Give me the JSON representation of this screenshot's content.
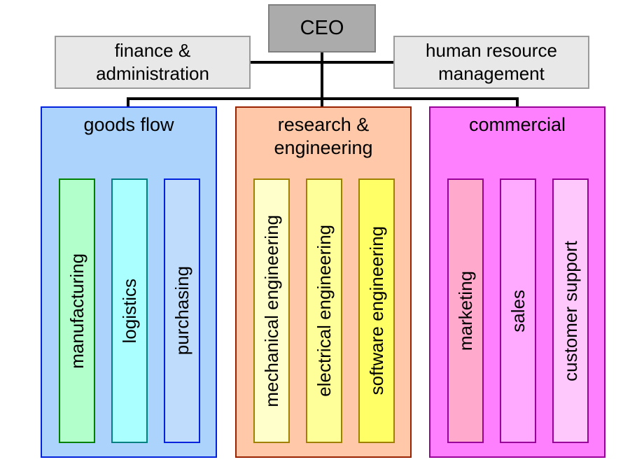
{
  "chart": {
    "type": "org-chart",
    "connector_color": "#000000",
    "ceo": {
      "label": "CEO",
      "fill": "#ababab",
      "border": "#7f7f7f"
    },
    "staff_units": [
      {
        "label": "finance &\nadministration",
        "fill": "#e8e8e8",
        "border": "#9a9a9a"
      },
      {
        "label": "human resource\nmanagement",
        "fill": "#e8e8e8",
        "border": "#9a9a9a"
      }
    ],
    "departments": [
      {
        "title": "goods flow",
        "fill": "#abd3fb",
        "border": "#0022dd",
        "units": [
          {
            "label": "manufacturing",
            "fill": "#b3ffcc",
            "border": "#008000"
          },
          {
            "label": "logistics",
            "fill": "#aaffff",
            "border": "#008080"
          },
          {
            "label": "purchasing",
            "fill": "#c0dcfd",
            "border": "#0022dd"
          }
        ]
      },
      {
        "title": "research &\nengineering",
        "fill": "#ffc8a8",
        "border": "#992200",
        "units": [
          {
            "label": "mechanical engineering",
            "fill": "#ffffcc",
            "border": "#a08000"
          },
          {
            "label": "electrical engineering",
            "fill": "#ffff99",
            "border": "#a08000"
          },
          {
            "label": "software engineering",
            "fill": "#ffff66",
            "border": "#a08000"
          }
        ]
      },
      {
        "title": "commercial",
        "fill": "#ff80ff",
        "border": "#990099",
        "units": [
          {
            "label": "marketing",
            "fill": "#ffaacc",
            "border": "#990099"
          },
          {
            "label": "sales",
            "fill": "#ffaaff",
            "border": "#990099"
          },
          {
            "label": "customer support",
            "fill": "#ffc8fc",
            "border": "#990099"
          }
        ]
      }
    ]
  }
}
